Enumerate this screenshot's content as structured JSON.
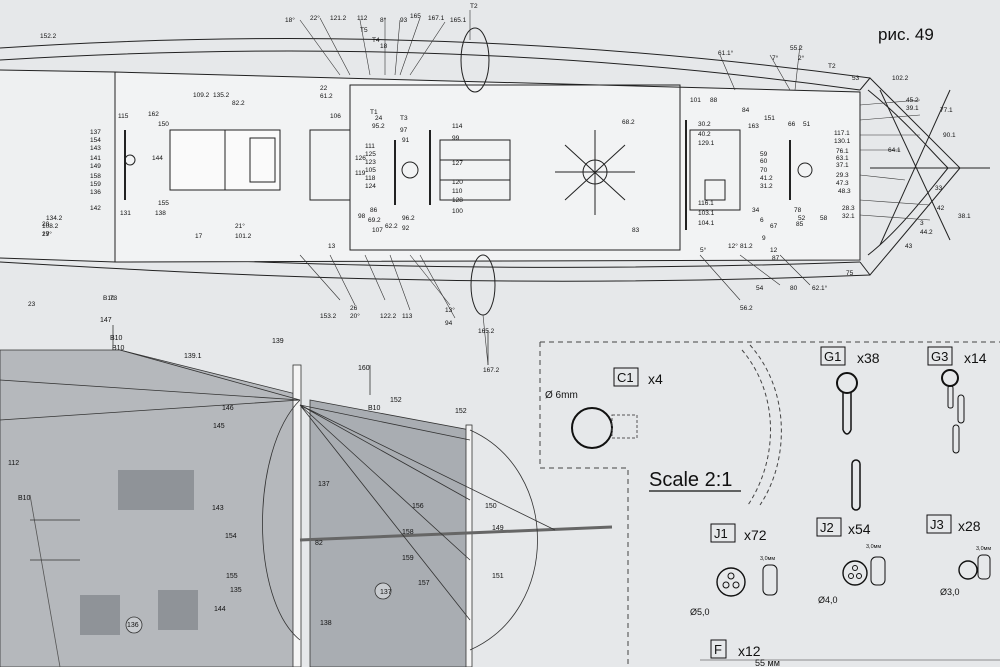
{
  "figure": {
    "label": "рис. 49"
  },
  "deck_plan": {
    "callouts_top": [
      "152.2",
      "18°",
      "22°",
      "121.2",
      "112",
      "8°",
      "93",
      "165",
      "167.1",
      "165.1",
      "T2",
      "T5",
      "T4",
      "18",
      "22",
      "61.2",
      "T3",
      "24",
      "T1",
      "53",
      "55.2",
      "2°",
      "7°",
      "61.1°",
      "T2",
      "102.2",
      "109.2",
      "135.2",
      "82.2",
      "101",
      "88",
      "84",
      "68.2",
      "106",
      "95.2",
      "114",
      "99",
      "97",
      "91",
      "127",
      "111",
      "125",
      "123",
      "105",
      "118",
      "124",
      "126",
      "119",
      "120",
      "110",
      "128",
      "100",
      "115",
      "162",
      "150",
      "137",
      "154",
      "143",
      "141",
      "149",
      "158",
      "159",
      "136",
      "142",
      "144",
      "155",
      "131",
      "138",
      "163",
      "151",
      "66",
      "51",
      "59",
      "60",
      "70",
      "41.2",
      "31.2",
      "30.2",
      "40.2",
      "129.1",
      "116.1",
      "103.1",
      "104.1",
      "117.1",
      "130.1",
      "76.1",
      "63.1",
      "37.1",
      "29.3",
      "47.3",
      "48.3",
      "28.3",
      "32.1",
      "64.1",
      "77.1",
      "90.1",
      "45.2",
      "39.1",
      "33",
      "42",
      "38.1",
      "3",
      "44.2",
      "43",
      "34",
      "6",
      "67",
      "85",
      "78",
      "52",
      "58",
      "75",
      "80",
      "62.1°",
      "54",
      "56.2",
      "5°",
      "12°",
      "81.2",
      "9",
      "12",
      "87",
      "83",
      "86",
      "69.2",
      "96.2",
      "92",
      "98",
      "62.2",
      "107",
      "13",
      "17",
      "21°",
      "101.2",
      "134.2",
      "108.2",
      "19°",
      "20",
      "27",
      "23",
      "26",
      "153.2",
      "20°",
      "122.2",
      "113",
      "13°",
      "94",
      "165.2",
      "167.2",
      "B10",
      "73"
    ],
    "leaders": [
      "B10",
      "73"
    ]
  },
  "sails": {
    "callouts": [
      "147",
      "B10",
      "139.1",
      "139",
      "160",
      "B10",
      "152",
      "152",
      "145",
      "146",
      "143",
      "154",
      "155",
      "135",
      "144",
      "136",
      "137",
      "137",
      "82",
      "138",
      "156",
      "158",
      "159",
      "157",
      "150",
      "149",
      "151",
      "B10",
      "112",
      "B10"
    ]
  },
  "scale_box": {
    "scale_text": "Scale 2:1",
    "diameter_note": "Ø 6mm",
    "parts": [
      {
        "code": "C1",
        "qty": "x4"
      },
      {
        "code": "G1",
        "qty": "x38"
      },
      {
        "code": "G3",
        "qty": "x14"
      },
      {
        "code": "J1",
        "qty": "x72",
        "dia": "Ø5,0",
        "dim": "3,0мм"
      },
      {
        "code": "J2",
        "qty": "x54",
        "dia": "Ø4,0",
        "dim": "3,0мм"
      },
      {
        "code": "J3",
        "qty": "x28",
        "dia": "Ø3,0",
        "dim": "3,0мм"
      },
      {
        "code": "F",
        "qty": "x12"
      }
    ],
    "bottom_dim": "55 мм"
  }
}
